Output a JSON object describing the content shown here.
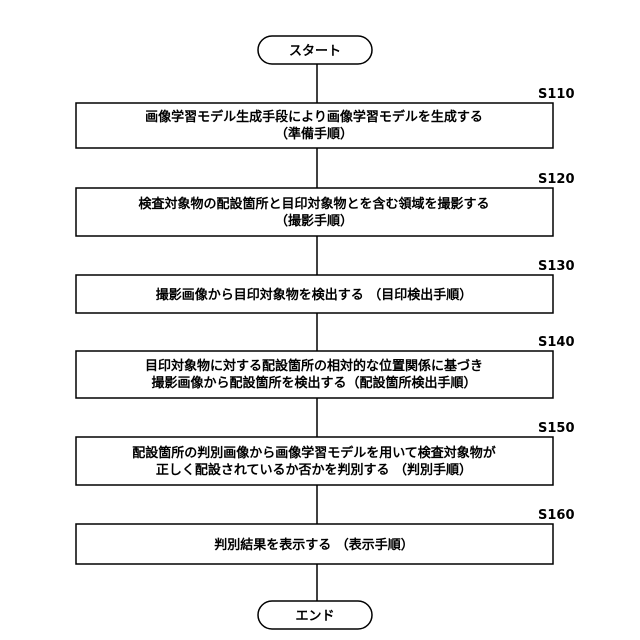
{
  "flowchart": {
    "start_label": "スタート",
    "end_label": "エンド",
    "steps": [
      {
        "id": "S110",
        "lines": [
          "画像学習モデル生成手段により画像学習モデルを生成する",
          "（準備手順）"
        ]
      },
      {
        "id": "S120",
        "lines": [
          "検査対象物の配設箇所と目印対象物とを含む領域を撮影する",
          "（撮影手順）"
        ]
      },
      {
        "id": "S130",
        "lines": [
          "撮影画像から目印対象物を検出する （目印検出手順）"
        ]
      },
      {
        "id": "S140",
        "lines": [
          "目印対象物に対する配設箇所の相対的な位置関係に基づき",
          "撮影画像から配設箇所を検出する（配設箇所検出手順）"
        ]
      },
      {
        "id": "S150",
        "lines": [
          "配設箇所の判別画像から画像学習モデルを用いて検査対象物が",
          "正しく配設されているか否かを判別する （判別手順）"
        ]
      },
      {
        "id": "S160",
        "lines": [
          "判別結果を表示する （表示手順）"
        ]
      }
    ]
  }
}
